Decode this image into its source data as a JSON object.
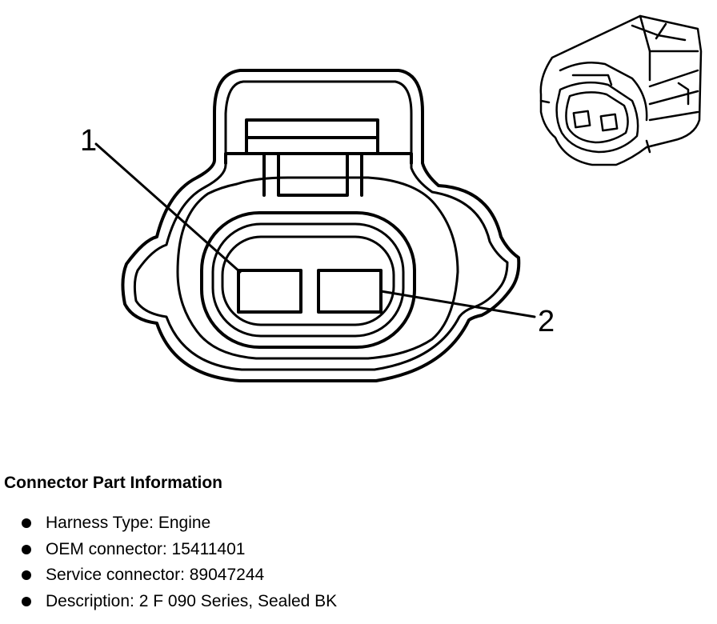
{
  "diagram": {
    "callout_1": "1",
    "callout_2": "2"
  },
  "info": {
    "title": "Connector Part Information",
    "items": [
      "Harness Type: Engine",
      "OEM connector: 15411401",
      "Service connector: 89047244",
      "Description: 2 F 090 Series, Sealed BK"
    ]
  }
}
